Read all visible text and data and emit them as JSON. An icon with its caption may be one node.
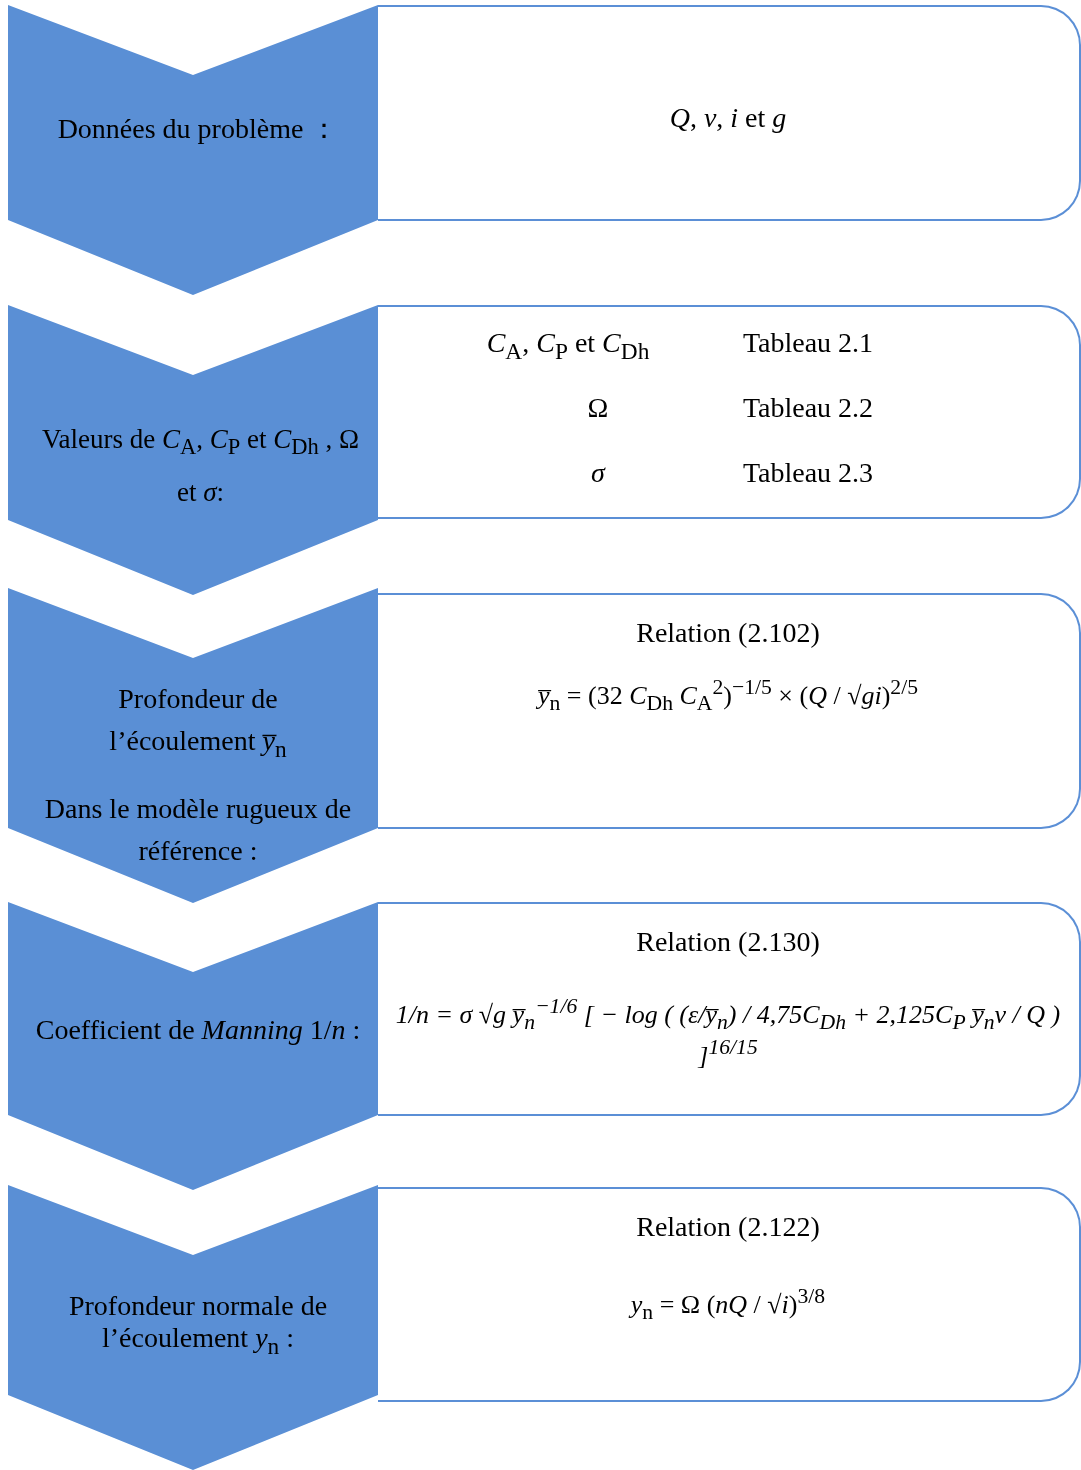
{
  "diagram": {
    "nodes": [
      {
        "text": [
          "Données du problème ："
        ]
      },
      {
        "text": [
          "*Q*, *ν*, *i* et *g*"
        ]
      },
      {
        "text": [
          "Valeurs de *C*$_{A}$, *C*$_{P}$ et *C*$_{Dh}$ , Ω et *σ*:"
        ]
      },
      {
        "text": [
          "*C*$_{A}$, *C*$_{P}$ et *C*$_{Dh}$",
          "Tableau 2.1",
          "Ω",
          "Tableau 2.2",
          "*σ*",
          "Tableau 2.3"
        ]
      },
      {
        "text": [
          "Profondeur de l’écoulement *y̅*$_{n}$",
          "Dans le modèle rugueux de référence :"
        ]
      },
      {
        "text": [
          "Relation (2.102)",
          "*y̅*$_{n}$ = (32 *C*$_{Dh}$ *C*$_{A}$$^{2}$)$^{−1/5}$ × (*Q* / √*gi*)$^{2/5}$"
        ]
      },
      {
        "text": [
          "Coefficient de *Manning* 1/*n* :"
        ]
      },
      {
        "text": [
          "Relation (2.130)",
          "1/n = σ √g y̅$_{n}$$^{−1/6}$ [ − log ( (ε/y̅$_{n}$) / 4,75C$_{Dh}$ + 2,125C$_{P}$ y̅$_{n}$ν / Q ) ]$^{16/15}$"
        ]
      },
      {
        "text": [
          "Profondeur normale de l’écoulement *y*$_{n}$ :"
        ]
      },
      {
        "text": [
          "Relation (2.122)",
          "*y*$_{n}$ = Ω (*nQ* / √*i*)$^{3/8}$"
        ]
      }
    ],
    "edges": []
  }
}
